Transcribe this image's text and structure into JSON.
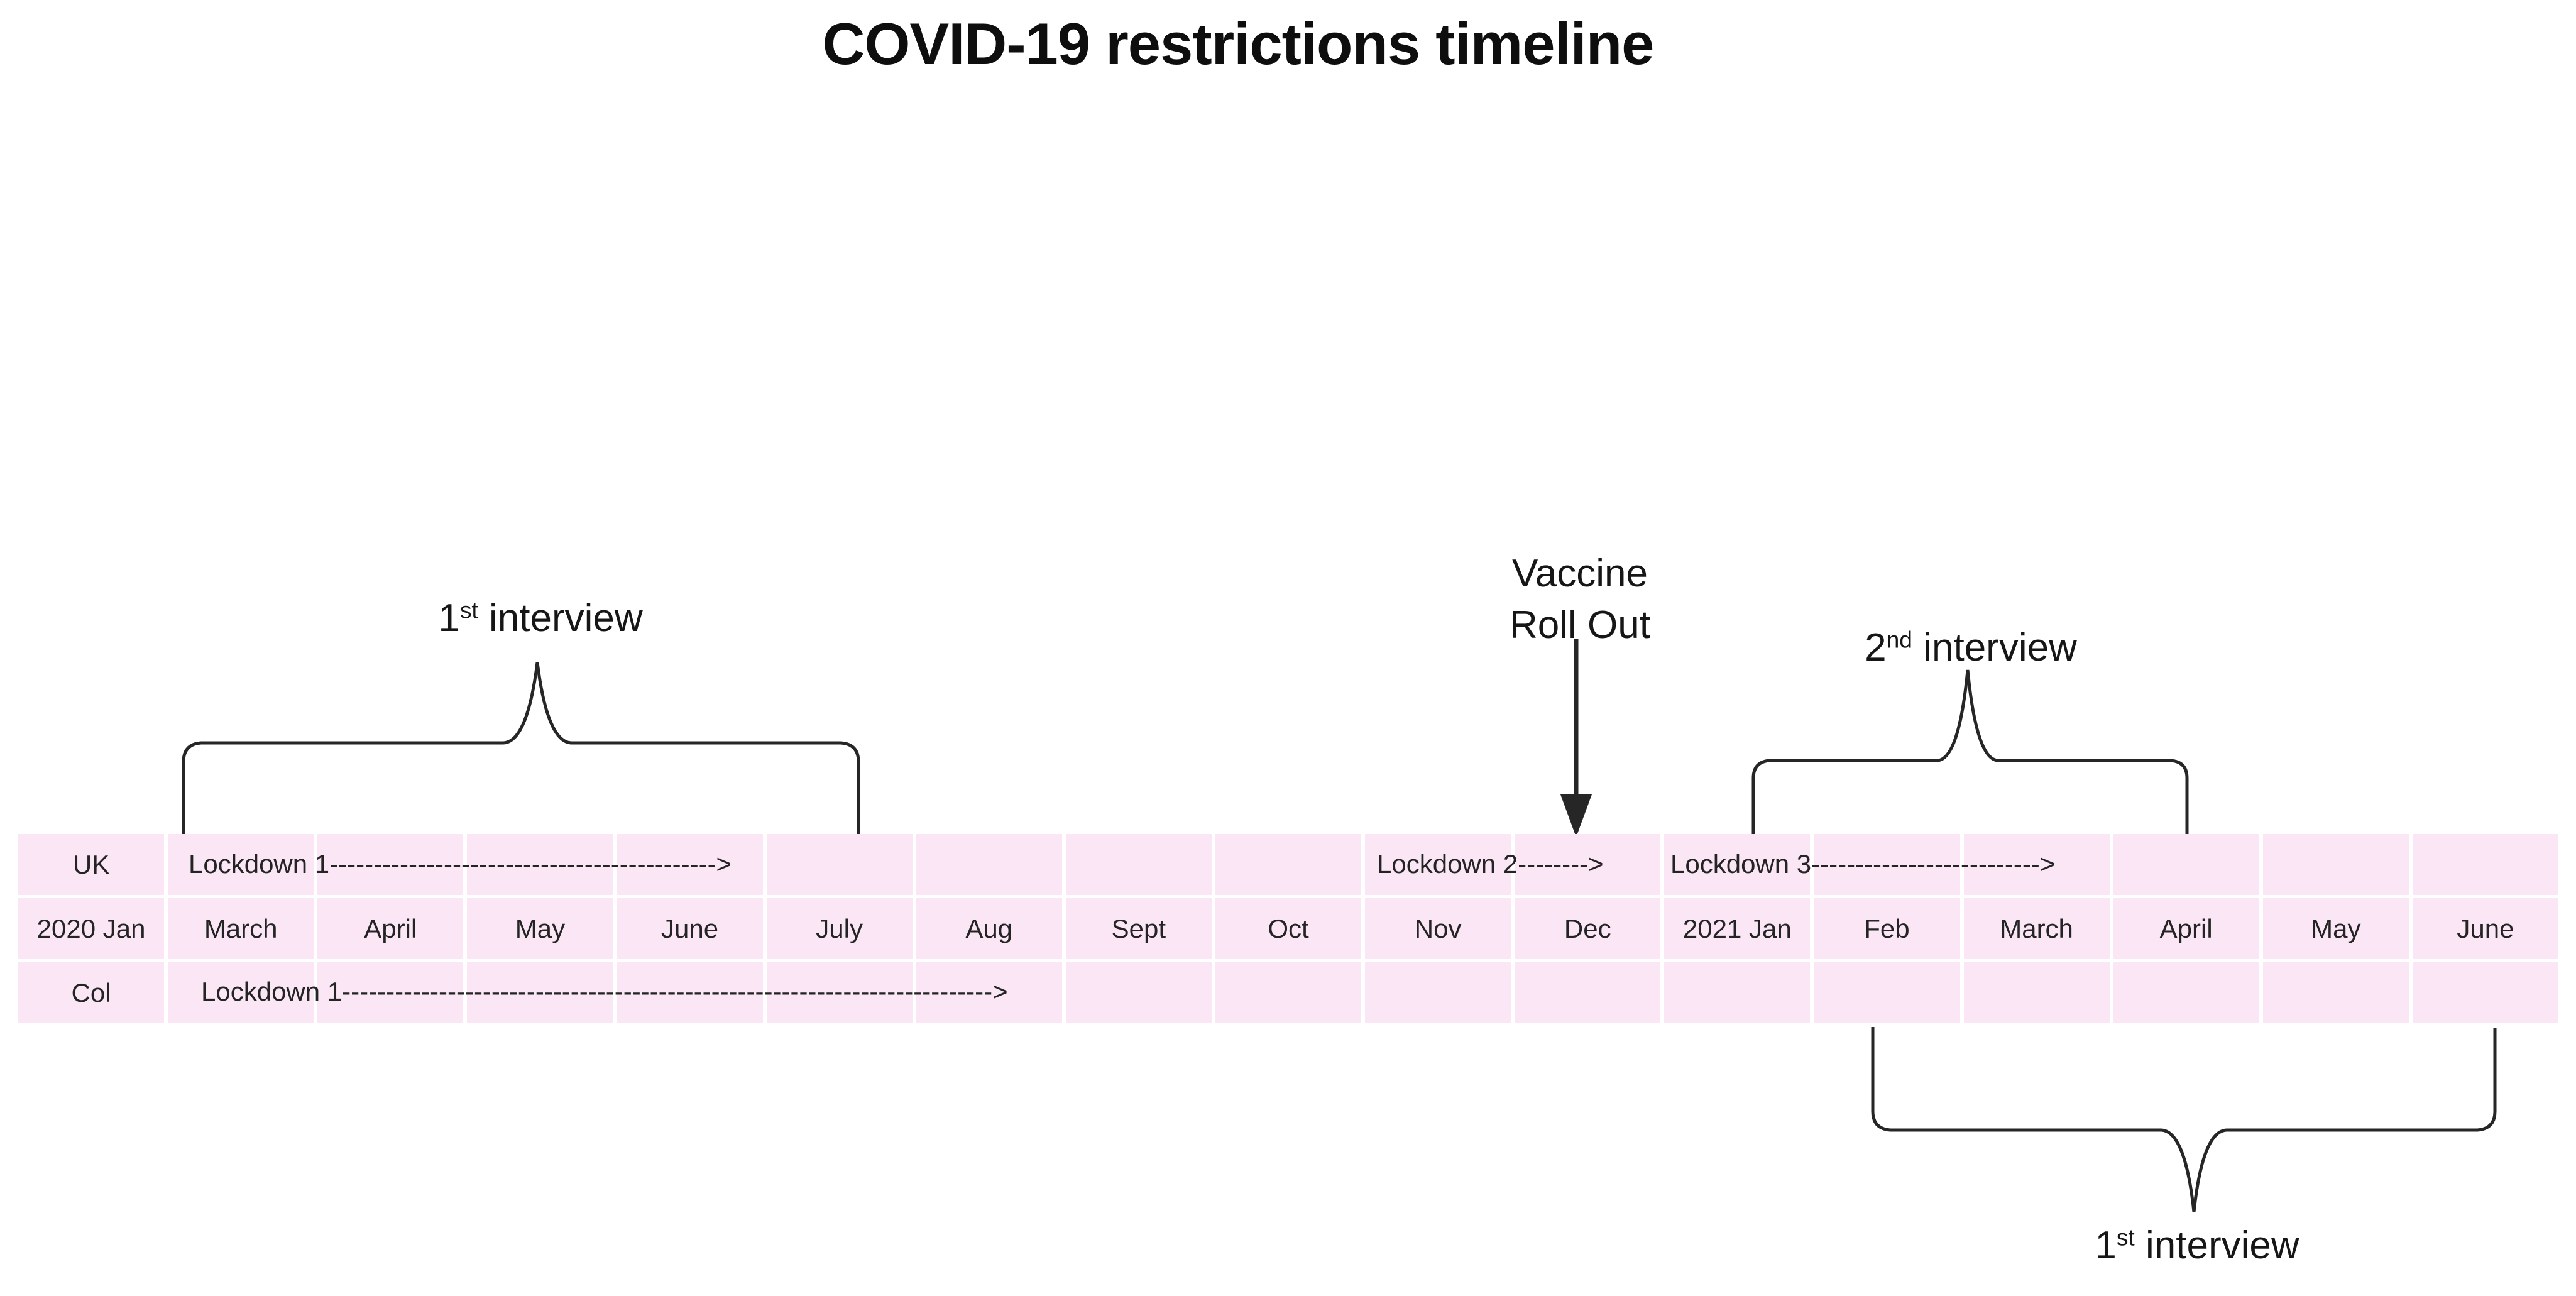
{
  "title": "COVID-19 restrictions timeline",
  "annotations": {
    "first_interview_top": {
      "num": "1",
      "sup": "st",
      "rest": " interview"
    },
    "second_interview": {
      "num": "2",
      "sup": "nd",
      "rest": " interview"
    },
    "first_interview_bottom": {
      "num": "1",
      "sup": "st",
      "rest": " interview"
    },
    "vaccine": {
      "line1": "Vaccine",
      "line2": "Roll Out"
    }
  },
  "timeline": {
    "uk_label": "UK",
    "col_label": "Col",
    "months": [
      "2020 Jan",
      "March",
      "April",
      "May",
      "June",
      "July",
      "Aug",
      "Sept",
      "Oct",
      "Nov",
      "Dec",
      "2021 Jan",
      "Feb",
      "March",
      "April",
      "May",
      "June"
    ],
    "uk_lockdown1": "Lockdown 1-------------------------------------------->",
    "uk_lockdown2": "Lockdown 2-------->",
    "uk_lockdown3": "Lockdown 3-------------------------->",
    "col_lockdown1": "Lockdown 1-------------------------------------------------------------------------->"
  },
  "colors": {
    "cell_pink": "#fae6f5",
    "line_color": "#262626",
    "text_color": "#1f1f1f"
  }
}
